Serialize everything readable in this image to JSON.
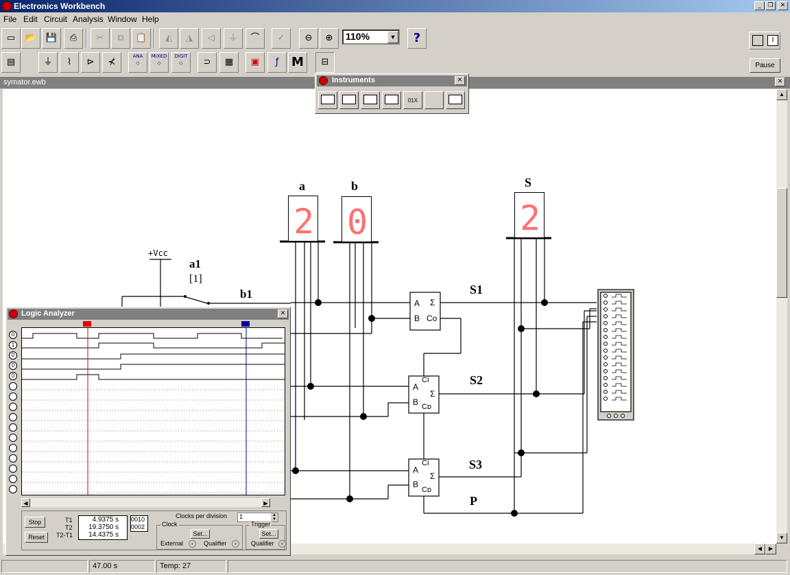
{
  "app": {
    "title": "Electronics Workbench"
  },
  "window_buttons": {
    "minimize": "_",
    "restore": "❐",
    "close": "✕"
  },
  "menu": [
    "File",
    "Edit",
    "Circuit",
    "Analysis",
    "Window",
    "Help"
  ],
  "toolbar": {
    "zoom": "110%",
    "help": "?",
    "pause_label": "Pause",
    "power_label": "I",
    "m_label": "M",
    "ana": "ANA",
    "mixed": "MIXED",
    "digit": "DIGIT"
  },
  "document": {
    "title": "symator.ewb"
  },
  "instruments": {
    "title": "Instruments",
    "bit_label": "01X"
  },
  "circuit": {
    "digit_labels": {
      "a": "a",
      "b": "b",
      "s": "S"
    },
    "digits": {
      "a": "2",
      "b": "0",
      "s": "2"
    },
    "vcc": "+Vcc",
    "switch_a1": "a1",
    "switch_a1_key": "[1]",
    "switch_b1": "b1",
    "sums": [
      "S1",
      "S2",
      "S3"
    ],
    "carry_out": "P",
    "adder": {
      "a": "A",
      "b": "B",
      "sigma": "Σ",
      "co": "Co",
      "ci": "Ci",
      "cd": "Cᴅ"
    }
  },
  "logic_analyzer": {
    "title": "Logic Analyzer",
    "channel_values": [
      "0",
      "1",
      "0",
      "0",
      "0"
    ],
    "stop": "Stop",
    "reset": "Reset",
    "t1_label": "T1",
    "t2_label": "T2",
    "t21_label": "T2-T1",
    "t1": "4.9375  s",
    "t2": "19.3750  s",
    "t21": "14.4375  s",
    "hex1": "0010",
    "hex2": "0002",
    "clocks_label": "Clocks per division",
    "clocks_value": "1",
    "clock_label": "Clock",
    "trigger_label": "Trigger",
    "set": "Set...",
    "external": "External",
    "qualifier": "Qualifier"
  },
  "status": {
    "time": "47.00 s",
    "temp": "Temp:  27"
  },
  "colors": {
    "title_start": "#0a246a",
    "title_end": "#a6caf0",
    "segment": "#ff7070",
    "cursor1": "#e00000",
    "cursor2": "#0000a0"
  }
}
